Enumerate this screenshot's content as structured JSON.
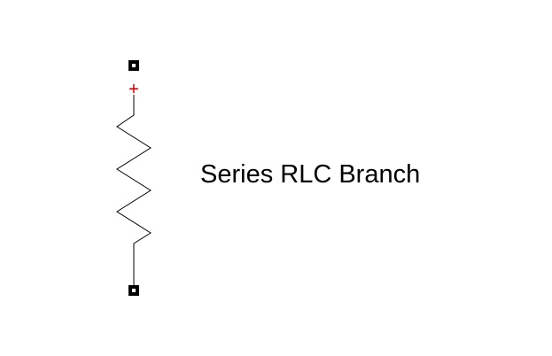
{
  "block": {
    "label": "Series RLC Branch",
    "polarity_symbol": "+",
    "colors": {
      "line": "#000000",
      "polarity": "#cc0000",
      "background": "#ffffff"
    },
    "ports": [
      {
        "name": "positive-terminal"
      },
      {
        "name": "negative-terminal"
      }
    ],
    "icon": "resistor-zigzag-icon"
  }
}
